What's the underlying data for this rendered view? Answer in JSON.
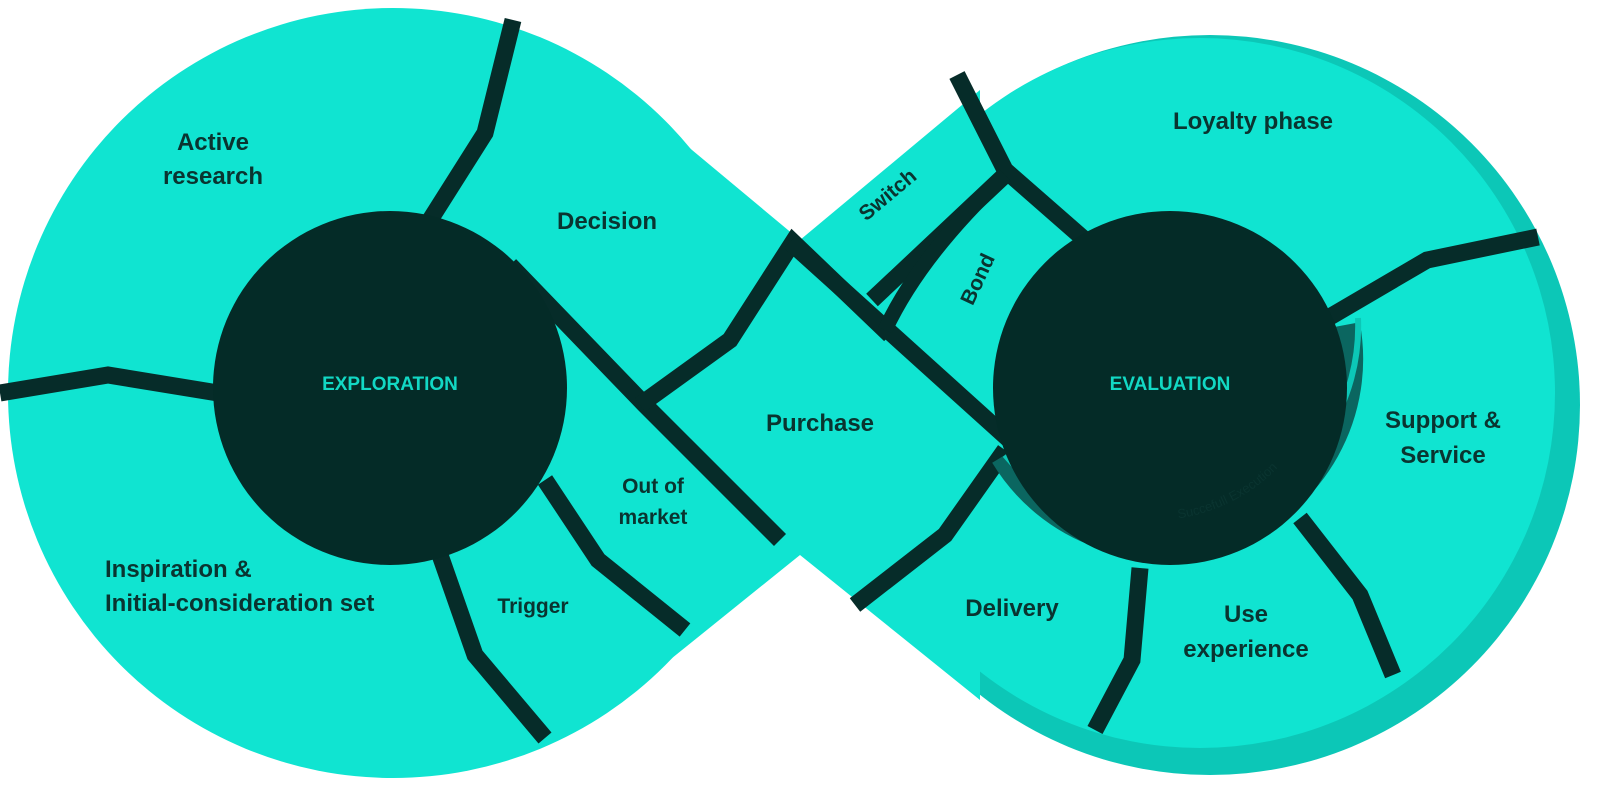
{
  "colors": {
    "segment_fill": "#10e4d1",
    "rim": "#0cc7b7",
    "separator": "#062c29",
    "hub_fill": "#042b27",
    "hub_text": "#12d8c4",
    "execution_band": "#0b6660"
  },
  "hubs": {
    "left": "EXPLORATION",
    "right": "EVALUATION"
  },
  "arc_label": "Succefull Execution",
  "segments": {
    "active_research": [
      "Active",
      "research"
    ],
    "decision": "Decision",
    "inspiration": [
      "Inspiration &",
      "Initial-consideration set"
    ],
    "trigger": "Trigger",
    "out_of_market": [
      "Out of",
      "market"
    ],
    "purchase": "Purchase",
    "switch": "Switch",
    "bond": "Bond",
    "loyalty": "Loyalty phase",
    "support": [
      "Support &",
      "Service"
    ],
    "delivery": "Delivery",
    "use_experience": [
      "Use",
      "experience"
    ]
  }
}
